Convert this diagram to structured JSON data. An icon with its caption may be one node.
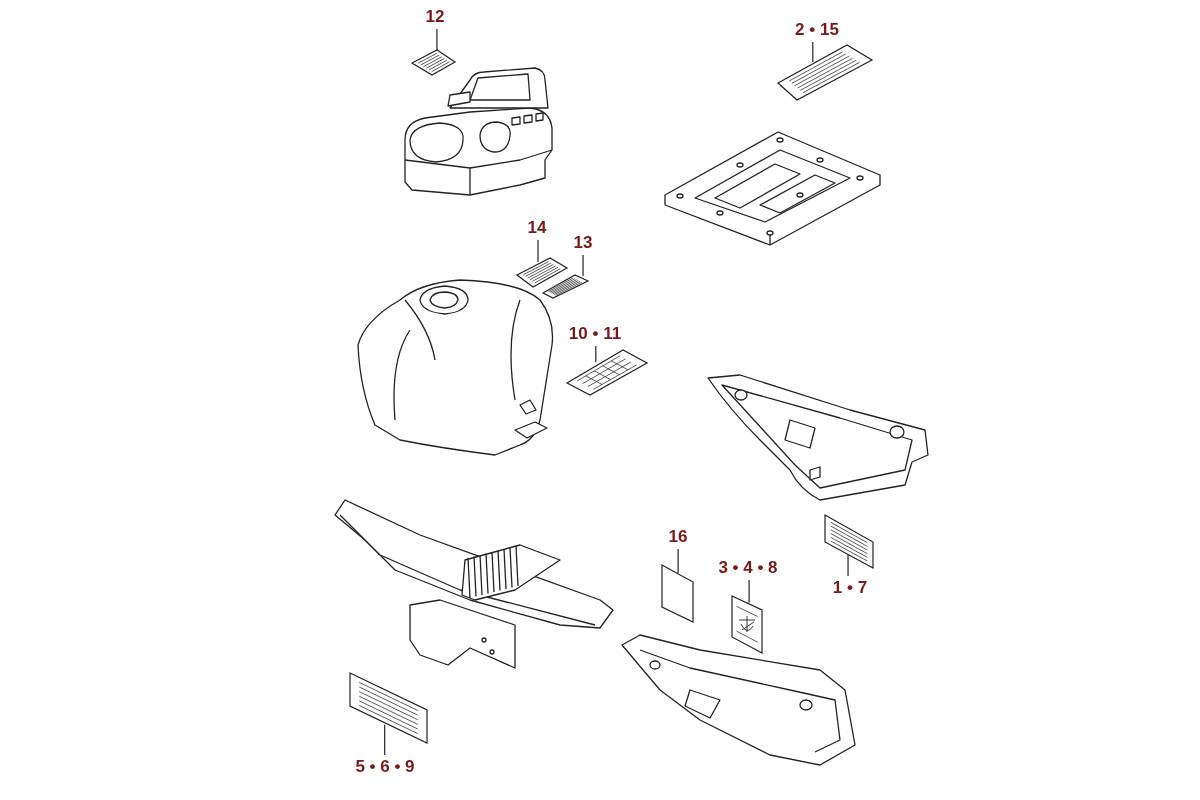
{
  "diagram": {
    "nodes": [
      {
        "text": [
          "12"
        ]
      },
      {
        "text": [],
        "shape": "picture"
      },
      {
        "text": [
          "2 • 15"
        ]
      },
      {
        "text": [],
        "shape": "picture"
      },
      {
        "text": [
          "14"
        ]
      },
      {
        "text": [],
        "shape": "picture"
      },
      {
        "text": [
          "13"
        ]
      },
      {
        "text": [],
        "shape": "picture"
      },
      {
        "text": [
          "10 • 11"
        ]
      },
      {
        "text": [],
        "shape": "picture"
      },
      {
        "text": [
          "16"
        ]
      },
      {
        "text": [],
        "shape": "box"
      },
      {
        "text": [
          "3 • 4 • 8"
        ]
      },
      {
        "text": [],
        "shape": "picture"
      },
      {
        "text": [
          "1 • 7"
        ]
      },
      {
        "text": [],
        "shape": "picture"
      },
      {
        "text": [
          "5 • 6 • 9"
        ]
      },
      {
        "text": [],
        "shape": "picture"
      }
    ],
    "edges": [
      {
        "from": 0,
        "to": 1,
        "arrow": "none"
      },
      {
        "from": 2,
        "to": 3,
        "arrow": "none"
      },
      {
        "from": 4,
        "to": 5,
        "arrow": "none"
      },
      {
        "from": 6,
        "to": 7,
        "arrow": "none"
      },
      {
        "from": 8,
        "to": 9,
        "arrow": "none"
      },
      {
        "from": 10,
        "to": 11,
        "arrow": "none"
      },
      {
        "from": 12,
        "to": 13,
        "arrow": "none"
      },
      {
        "from": 14,
        "to": 15,
        "arrow": "none"
      },
      {
        "from": 16,
        "to": 17,
        "arrow": "none"
      }
    ]
  }
}
